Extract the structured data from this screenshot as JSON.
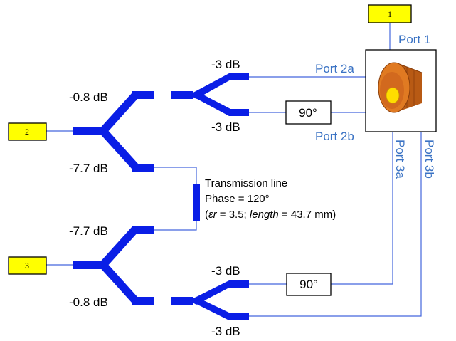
{
  "colors": {
    "trace": "#0a1ee6",
    "wire": "#4466dd",
    "port_label": "#3b73c4",
    "port_box_fill": "#ffff00",
    "antenna_outer": "#d2691e",
    "antenna_core": "#ffdd00"
  },
  "ports": {
    "p1_num": "1",
    "p2_num": "2",
    "p3_num": "3"
  },
  "port_labels": {
    "port1": "Port 1",
    "port2a": "Port 2a",
    "port2b": "Port 2b",
    "port3a": "Port 3a",
    "port3b": "Port 3b"
  },
  "db_labels": {
    "upper_top_out_a": "-3 dB",
    "upper_top_out_b": "-3 dB",
    "upper_branch_top": "-0.8 dB",
    "upper_branch_bottom": "-7.7 dB",
    "lower_branch_top": "-7.7 dB",
    "lower_branch_bottom": "-0.8 dB",
    "lower_out_a": "-3 dB",
    "lower_out_b": "-3 dB"
  },
  "phase_shifters": {
    "upper": "90°",
    "lower": "90°"
  },
  "transmission_line": {
    "title": "Transmission line",
    "phase": "Phase = 120°",
    "params_prefix": "(",
    "params_eps": "εr",
    "params_mid": " = 3.5; ",
    "params_length": "length",
    "params_suffix": " = 43.7 mm)"
  }
}
